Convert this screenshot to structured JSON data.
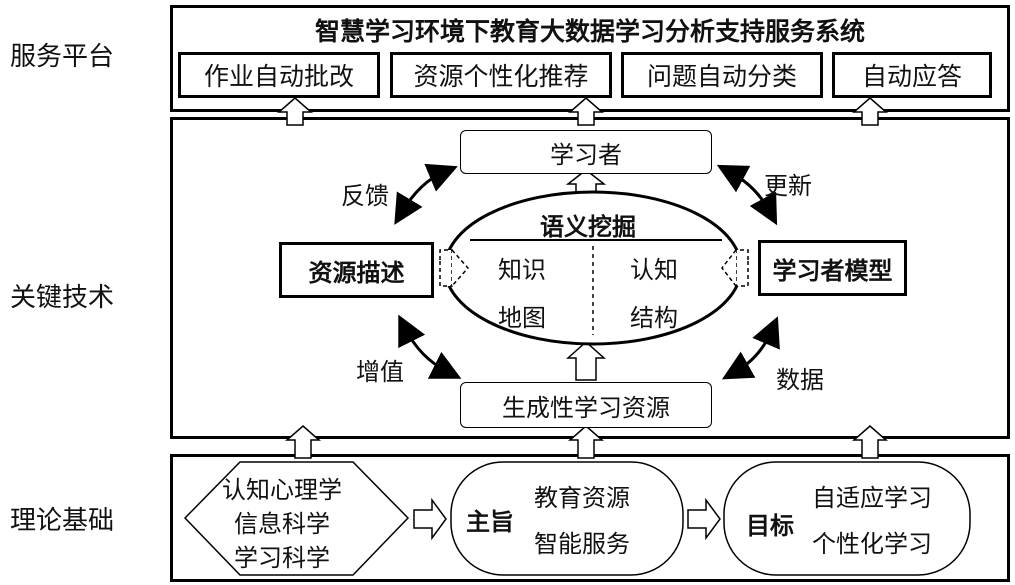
{
  "layers": {
    "service": "服务平台",
    "key_tech": "关键技术",
    "theory": "理论基础"
  },
  "service_platform": {
    "title": "智慧学习环境下教育大数据学习分析支持服务系统",
    "modules": [
      "作业自动批改",
      "资源个性化推荐",
      "问题自动分类",
      "自动应答"
    ]
  },
  "key_tech": {
    "learner": "学习者",
    "semantic_mining": "语义挖掘",
    "knowledge_map": [
      "知识",
      "地图"
    ],
    "cognitive_structure": [
      "认知",
      "结构"
    ],
    "resource_description": "资源描述",
    "learner_model": "学习者模型",
    "generative_resources": "生成性学习资源",
    "arrows": {
      "feedback": "反馈",
      "update": "更新",
      "value_add": "增值",
      "data": "数据"
    }
  },
  "theory": {
    "disciplines": [
      "认知心理学",
      "信息科学",
      "学习科学"
    ],
    "purpose_label": "主旨",
    "purpose_items": [
      "教育资源",
      "智能服务"
    ],
    "goal_label": "目标",
    "goal_items": [
      "自适应学习",
      "个性化学习"
    ]
  }
}
